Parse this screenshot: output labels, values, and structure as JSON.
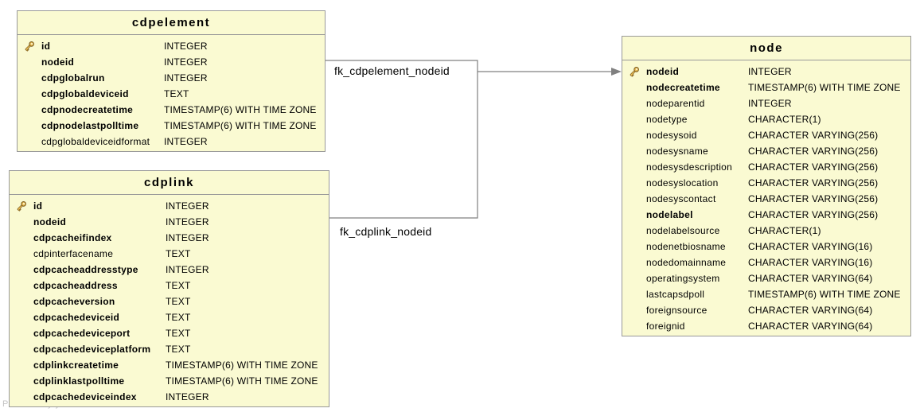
{
  "watermark": "Powered by yFiles",
  "colors": {
    "background": "#FFFFFF",
    "table_fill": "#FAFAD2",
    "table_border": "#999999",
    "edge": "#808080",
    "text": "#000000",
    "key_gold": "#ECBF56",
    "key_outline": "#7A5A1E",
    "watermark": "#C4C4C4"
  },
  "tables": [
    {
      "id": "cdpelement",
      "title": "cdpelement",
      "columns": [
        {
          "name": "id",
          "type": "INTEGER",
          "key": true,
          "bold": true
        },
        {
          "name": "nodeid",
          "type": "INTEGER",
          "key": false,
          "bold": true
        },
        {
          "name": "cdpglobalrun",
          "type": "INTEGER",
          "key": false,
          "bold": true
        },
        {
          "name": "cdpglobaldeviceid",
          "type": "TEXT",
          "key": false,
          "bold": true
        },
        {
          "name": "cdpnodecreatetime",
          "type": "TIMESTAMP(6) WITH TIME ZONE",
          "key": false,
          "bold": true
        },
        {
          "name": "cdpnodelastpolltime",
          "type": "TIMESTAMP(6) WITH TIME ZONE",
          "key": false,
          "bold": true
        },
        {
          "name": "cdpglobaldeviceidformat",
          "type": "INTEGER",
          "key": false,
          "bold": false
        }
      ]
    },
    {
      "id": "cdplink",
      "title": "cdplink",
      "columns": [
        {
          "name": "id",
          "type": "INTEGER",
          "key": true,
          "bold": true
        },
        {
          "name": "nodeid",
          "type": "INTEGER",
          "key": false,
          "bold": true
        },
        {
          "name": "cdpcacheifindex",
          "type": "INTEGER",
          "key": false,
          "bold": true
        },
        {
          "name": "cdpinterfacename",
          "type": "TEXT",
          "key": false,
          "bold": false
        },
        {
          "name": "cdpcacheaddresstype",
          "type": "INTEGER",
          "key": false,
          "bold": true
        },
        {
          "name": "cdpcacheaddress",
          "type": "TEXT",
          "key": false,
          "bold": true
        },
        {
          "name": "cdpcacheversion",
          "type": "TEXT",
          "key": false,
          "bold": true
        },
        {
          "name": "cdpcachedeviceid",
          "type": "TEXT",
          "key": false,
          "bold": true
        },
        {
          "name": "cdpcachedeviceport",
          "type": "TEXT",
          "key": false,
          "bold": true
        },
        {
          "name": "cdpcachedeviceplatform",
          "type": "TEXT",
          "key": false,
          "bold": true
        },
        {
          "name": "cdplinkcreatetime",
          "type": "TIMESTAMP(6) WITH TIME ZONE",
          "key": false,
          "bold": true
        },
        {
          "name": "cdplinklastpolltime",
          "type": "TIMESTAMP(6) WITH TIME ZONE",
          "key": false,
          "bold": true
        },
        {
          "name": "cdpcachedeviceindex",
          "type": "INTEGER",
          "key": false,
          "bold": true
        }
      ]
    },
    {
      "id": "node",
      "title": "node",
      "columns": [
        {
          "name": "nodeid",
          "type": "INTEGER",
          "key": true,
          "bold": true
        },
        {
          "name": "nodecreatetime",
          "type": "TIMESTAMP(6) WITH TIME ZONE",
          "key": false,
          "bold": true
        },
        {
          "name": "nodeparentid",
          "type": "INTEGER",
          "key": false,
          "bold": false
        },
        {
          "name": "nodetype",
          "type": "CHARACTER(1)",
          "key": false,
          "bold": false
        },
        {
          "name": "nodesysoid",
          "type": "CHARACTER VARYING(256)",
          "key": false,
          "bold": false
        },
        {
          "name": "nodesysname",
          "type": "CHARACTER VARYING(256)",
          "key": false,
          "bold": false
        },
        {
          "name": "nodesysdescription",
          "type": "CHARACTER VARYING(256)",
          "key": false,
          "bold": false
        },
        {
          "name": "nodesyslocation",
          "type": "CHARACTER VARYING(256)",
          "key": false,
          "bold": false
        },
        {
          "name": "nodesyscontact",
          "type": "CHARACTER VARYING(256)",
          "key": false,
          "bold": false
        },
        {
          "name": "nodelabel",
          "type": "CHARACTER VARYING(256)",
          "key": false,
          "bold": true
        },
        {
          "name": "nodelabelsource",
          "type": "CHARACTER(1)",
          "key": false,
          "bold": false
        },
        {
          "name": "nodenetbiosname",
          "type": "CHARACTER VARYING(16)",
          "key": false,
          "bold": false
        },
        {
          "name": "nodedomainname",
          "type": "CHARACTER VARYING(16)",
          "key": false,
          "bold": false
        },
        {
          "name": "operatingsystem",
          "type": "CHARACTER VARYING(64)",
          "key": false,
          "bold": false
        },
        {
          "name": "lastcapsdpoll",
          "type": "TIMESTAMP(6) WITH TIME ZONE",
          "key": false,
          "bold": false
        },
        {
          "name": "foreignsource",
          "type": "CHARACTER VARYING(64)",
          "key": false,
          "bold": false
        },
        {
          "name": "foreignid",
          "type": "CHARACTER VARYING(64)",
          "key": false,
          "bold": false
        }
      ]
    }
  ],
  "relationships": [
    {
      "label": "fk_cdpelement_nodeid",
      "from": "cdpelement",
      "to": "node"
    },
    {
      "label": "fk_cdplink_nodeid",
      "from": "cdplink",
      "to": "node"
    }
  ]
}
